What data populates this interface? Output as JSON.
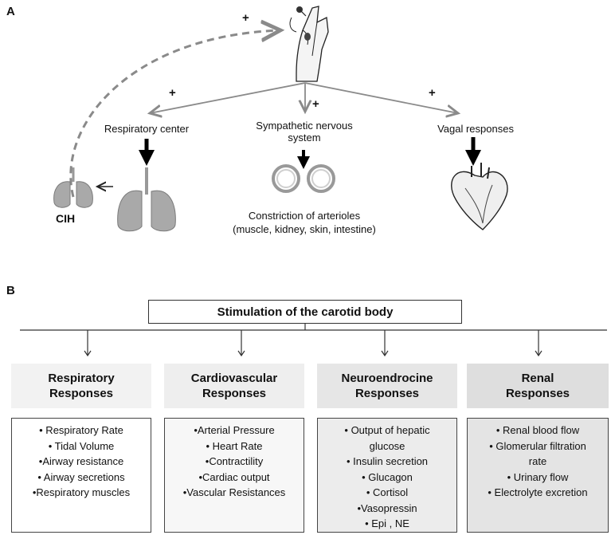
{
  "panel_a": {
    "letter": "A",
    "plus_sign": "+",
    "respiratory_center": "Respiratory center",
    "sympathetic": [
      "Sympathetic nervous",
      "system"
    ],
    "vagal": "Vagal responses",
    "cih": "CIH",
    "constriction": [
      "Constriction of arterioles",
      "(muscle, kidney, skin, intestine)"
    ]
  },
  "panel_b": {
    "letter": "B",
    "title": "Stimulation of the carotid body",
    "columns": [
      {
        "header": [
          "Respiratory",
          "Responses"
        ],
        "items": [
          "• Respiratory Rate",
          "• Tidal Volume",
          "•Airway resistance",
          "• Airway secretions",
          "•Respiratory muscles"
        ]
      },
      {
        "header": [
          "Cardiovascular",
          "Responses"
        ],
        "items": [
          "•Arterial Pressure",
          "• Heart Rate",
          "•Contractility",
          "•Cardiac output",
          "•Vascular Resistances"
        ]
      },
      {
        "header": [
          "Neuroendrocine",
          "Responses"
        ],
        "items": [
          "• Output of hepatic",
          "glucose",
          "• Insulin secretion",
          "• Glucagon",
          "• Cortisol",
          "•Vasopressin",
          "• Epi , NE"
        ]
      },
      {
        "header": [
          "Renal",
          "Responses"
        ],
        "items": [
          "• Renal blood flow",
          "• Glomerular filtration",
          "rate",
          "• Urinary flow",
          "• Electrolyte excretion"
        ]
      }
    ]
  },
  "colors": {
    "header_fills": [
      "#f2f2f2",
      "#eeeeee",
      "#e6e6e6",
      "#dedede"
    ],
    "list_fills": [
      "#ffffff",
      "#f7f7f7",
      "#ececec",
      "#e4e4e4"
    ],
    "arrow_gray": "#8a8a8a",
    "lung_gray": "#a9a9a9"
  },
  "icons": [
    "carotid-body-icon",
    "lungs-icon",
    "arteriole-ring-icon",
    "heart-icon"
  ]
}
